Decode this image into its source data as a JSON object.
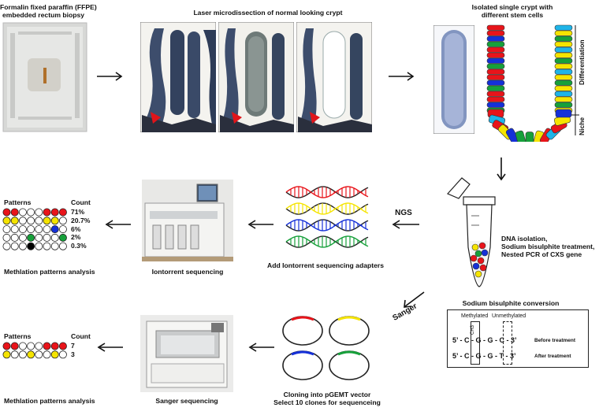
{
  "steps": {
    "ffpe": {
      "line1": "Formalin fixed paraffin (FFPE)",
      "line2": "embedded rectum biopsy"
    },
    "lmd": {
      "title": "Laser microdissection of normal looking crypt"
    },
    "isolated": {
      "line1": "Isolated single crypt with",
      "line2": "different stem cells"
    },
    "crypt_axis": {
      "differentiation": "Differentiation",
      "niche": "Niche"
    },
    "dna": {
      "line1": "DNA isolation,",
      "line2": "Sodium bisulphite treatment,",
      "line3": "Nested PCR of CXS gene"
    },
    "adapters": {
      "label": "Add Iontorrent sequencing adapters"
    },
    "ngs": {
      "label": "NGS"
    },
    "iontorrent": {
      "label": "Iontorrent sequencing"
    },
    "methylation_ngs": {
      "label": "Methlation patterns analysis"
    },
    "sanger_arrow": {
      "label": "Sanger"
    },
    "cloning": {
      "line1": "Cloning into pGEMT vector",
      "line2": "Select 10 clones for sequenceing"
    },
    "sanger_seq": {
      "label": "Sanger sequencing"
    },
    "methylation_sanger": {
      "label": "Methlation patterns analysis"
    }
  },
  "bisulphite": {
    "title": "Sodium bisulphite conversion",
    "methylated": "Methylated",
    "unmethylated": "Unmethylated",
    "ch3": "CH3",
    "before_seq": "5’ - C - G - G - C - 3’",
    "after_seq": "5’ - C - G - G - T - 3’",
    "before_label": "Before treatment",
    "after_label": "After treatment"
  },
  "ngs_patterns": {
    "patterns_label": "Patterns",
    "count_label": "Count",
    "rows": [
      {
        "cells": [
          "r",
          "r",
          "w",
          "w",
          "w",
          "r",
          "r",
          "r"
        ],
        "count": "71%"
      },
      {
        "cells": [
          "y",
          "y",
          "w",
          "w",
          "w",
          "y",
          "y",
          "w"
        ],
        "count": "20.7%"
      },
      {
        "cells": [
          "w",
          "w",
          "w",
          "w",
          "w",
          "w",
          "b",
          "w"
        ],
        "count": "6%"
      },
      {
        "cells": [
          "w",
          "w",
          "w",
          "g",
          "w",
          "w",
          "w",
          "g"
        ],
        "count": "2%"
      },
      {
        "cells": [
          "w",
          "w",
          "w",
          "k",
          "w",
          "w",
          "w",
          "w"
        ],
        "count": "0.3%"
      }
    ]
  },
  "sanger_patterns": {
    "patterns_label": "Patterns",
    "count_label": "Count",
    "rows": [
      {
        "cells": [
          "r",
          "r",
          "w",
          "w",
          "w",
          "r",
          "r",
          "r"
        ],
        "count": "7"
      },
      {
        "cells": [
          "y",
          "w",
          "w",
          "y",
          "w",
          "w",
          "y",
          "w"
        ],
        "count": "3"
      }
    ]
  },
  "colors": {
    "r": "#e8141a",
    "y": "#f5e400",
    "b": "#1530d8",
    "g": "#16a03a",
    "k": "#000000",
    "w": "#ffffff"
  }
}
